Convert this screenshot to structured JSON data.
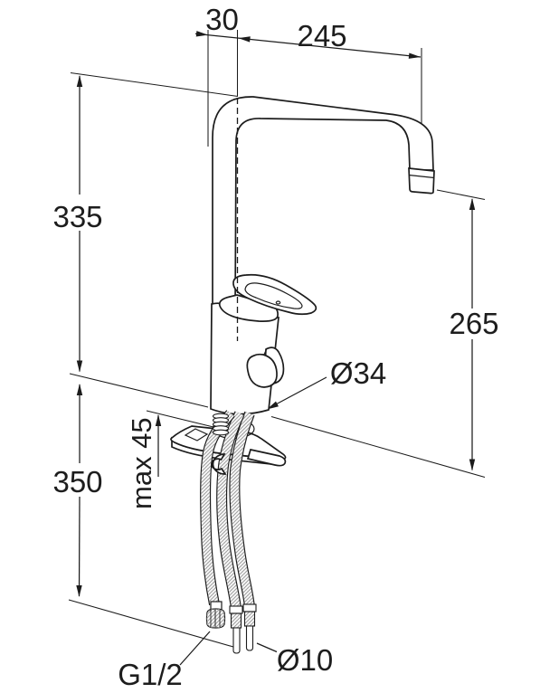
{
  "drawing": {
    "description": "Technical installation dimension drawing of a single-lever kitchen mixer tap, side view, with flexible supply hoses below the mounting deck",
    "background": "#ffffff",
    "line_color": "#1c1c1c",
    "labels": {
      "spout_offset": "30",
      "spout_reach": "245",
      "height_above_deck": "335",
      "outlet_height": "265",
      "body_diameter": "Ø34",
      "max_deck_thickness": "max 45",
      "below_deck_length": "350",
      "hose_connection": "G1/2",
      "pipe_diameter": "Ø10"
    }
  }
}
